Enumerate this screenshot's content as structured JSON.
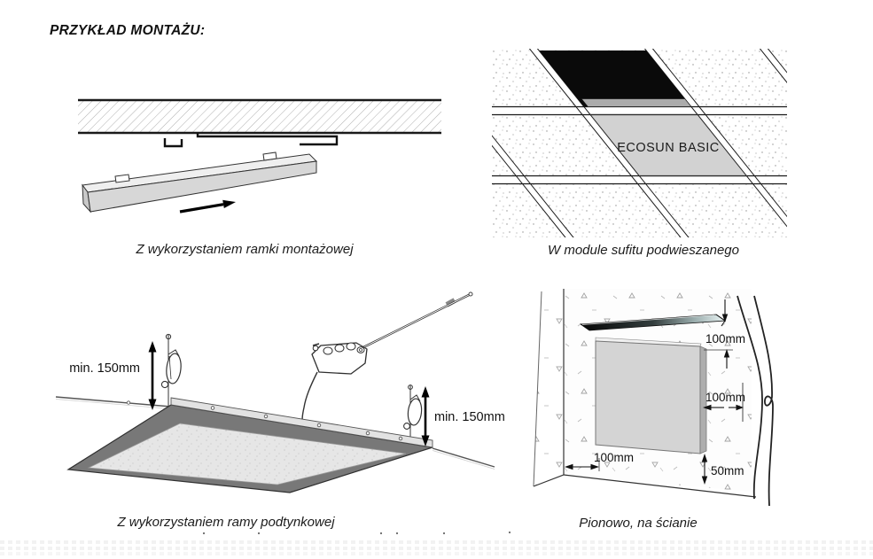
{
  "title": "PRZYKŁAD MONTAŻU:",
  "figures": {
    "frame_mount": {
      "caption": "Z wykorzystaniem ramki montażowej"
    },
    "ceiling_module": {
      "caption": "W module  sufitu podwieszanego",
      "panel_label": "ECOSUN BASIC"
    },
    "recessed_frame": {
      "caption": "Z wykorzystaniem ramy podtynkowej",
      "min_left": "min. 150mm",
      "min_right": "min. 150mm"
    },
    "wall_mount": {
      "caption": "Pionowo, na ścianie",
      "dim_shelf_gap": "100mm",
      "dim_side_gap": "100mm",
      "dim_corner_gap": "100mm",
      "dim_floor_gap": "50mm"
    }
  },
  "colors": {
    "line": "#1a1a1a",
    "panel_fill": "#d2d2d2",
    "hole_fill": "#0a0a0a",
    "frame_dark": "#787878"
  }
}
